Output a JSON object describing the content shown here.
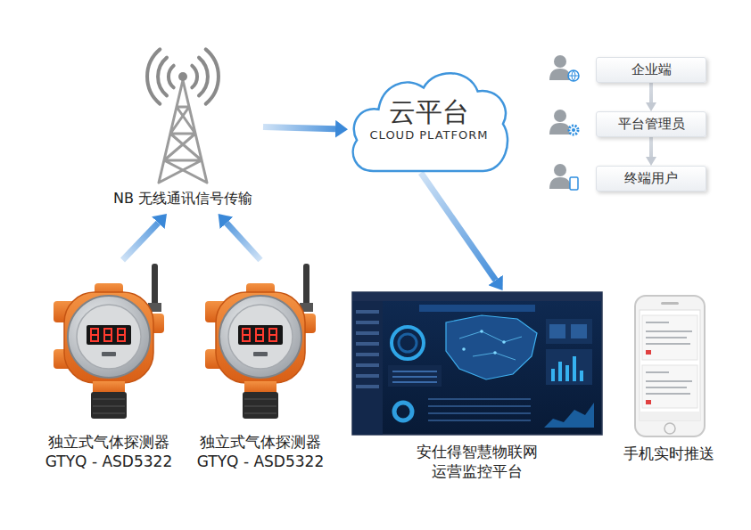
{
  "diagram": {
    "nodes": [
      {
        "text": [
          "NB 无线通讯信号传输"
        ]
      },
      {
        "text": [
          "云平台",
          "CLOUD PLATFORM"
        ]
      },
      {
        "text": [
          "企业端"
        ]
      },
      {
        "text": [
          "平台管理员"
        ]
      },
      {
        "text": [
          "终端用户"
        ]
      },
      {
        "text": [
          "独立式气体探测器",
          "GTYQ - ASD5322"
        ]
      },
      {
        "text": [
          "独立式气体探测器",
          "GTYQ - ASD5322"
        ]
      },
      {
        "text": [
          "安仕得智慧物联网 运营监控平台"
        ]
      },
      {
        "text": [
          "手机实时推送"
        ]
      }
    ],
    "edges": [
      {
        "from": 5,
        "to": 0,
        "arrow": "to"
      },
      {
        "from": 6,
        "to": 0,
        "arrow": "to"
      },
      {
        "from": 0,
        "to": 1,
        "arrow": "to"
      },
      {
        "from": 1,
        "to": 7,
        "arrow": "to"
      },
      {
        "from": 2,
        "to": 3,
        "arrow": "to"
      },
      {
        "from": 3,
        "to": 4,
        "arrow": "to"
      }
    ]
  }
}
